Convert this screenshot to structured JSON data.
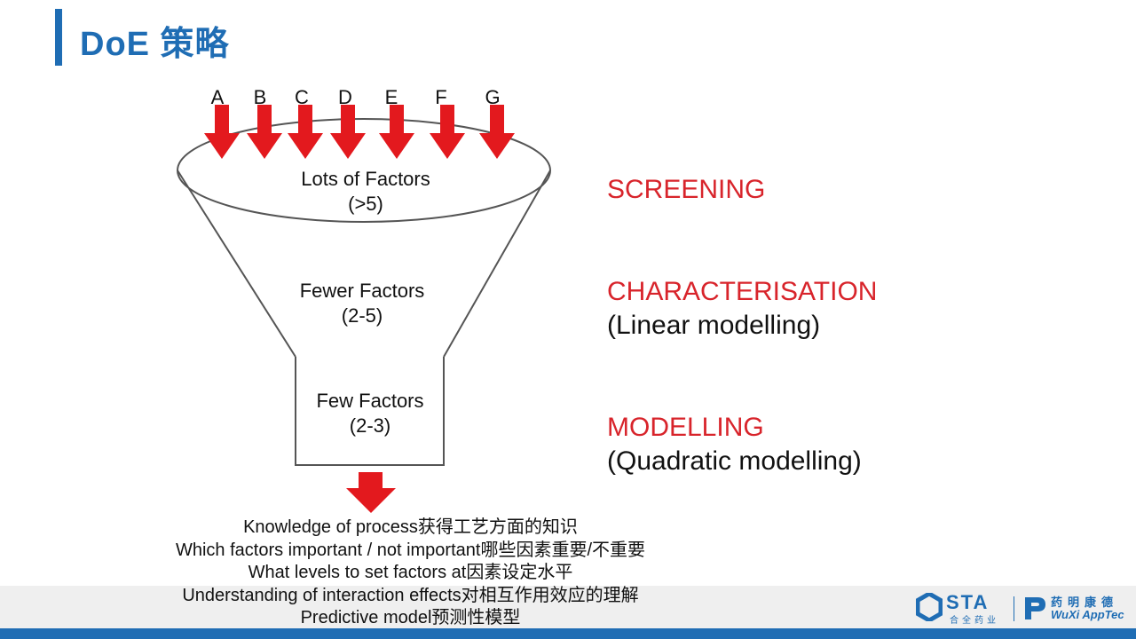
{
  "title": "DoE 策略",
  "factors": [
    "A",
    "B",
    "C",
    "D",
    "E",
    "F",
    "G"
  ],
  "stages": [
    {
      "name": "Lots of Factors",
      "range": "(>5)"
    },
    {
      "name": "Fewer Factors",
      "range": "(2-5)"
    },
    {
      "name": "Few Factors",
      "range": "(2-3)"
    }
  ],
  "phases": [
    {
      "title": "SCREENING",
      "subtitle": ""
    },
    {
      "title": "CHARACTERISATION",
      "subtitle": "(Linear modelling)"
    },
    {
      "title": "MODELLING",
      "subtitle": "(Quadratic modelling)"
    }
  ],
  "outcomes": [
    "Knowledge of process获得工艺方面的知识",
    "Which factors important / not important哪些因素重要/不重要",
    "What levels to set factors at因素设定水平",
    "Understanding of interaction effects对相互作用效应的理解",
    "Predictive model预测性模型"
  ],
  "logos": {
    "sta": {
      "word": "STA",
      "sub": "合全药业"
    },
    "wuxi": {
      "cn": "药明康德",
      "en": "WuXi AppTec"
    }
  },
  "colors": {
    "accent_blue": "#1f6db4",
    "arrow_red": "#e3191e",
    "phase_red": "#d8242b"
  }
}
